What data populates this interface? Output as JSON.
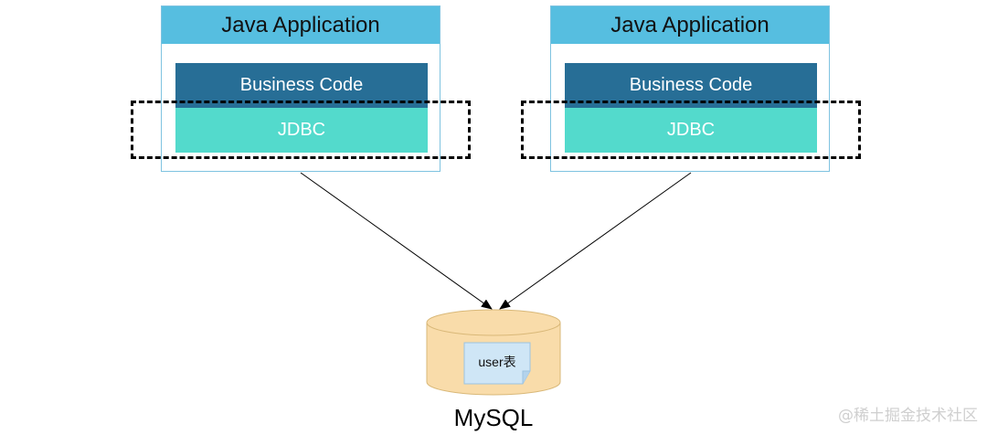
{
  "apps": [
    {
      "title": "Java Application",
      "business_layer": "Business Code",
      "driver_layer": "JDBC"
    },
    {
      "title": "Java Application",
      "business_layer": "Business Code",
      "driver_layer": "JDBC"
    }
  ],
  "database": {
    "name": "MySQL",
    "table_label": "user表"
  },
  "watermark": "@稀土掘金技术社区",
  "colors": {
    "header": "#56bee0",
    "business": "#276e96",
    "jdbc": "#53dacc",
    "cylinder": "#f9dcaa",
    "document": "#cfe6f6"
  }
}
